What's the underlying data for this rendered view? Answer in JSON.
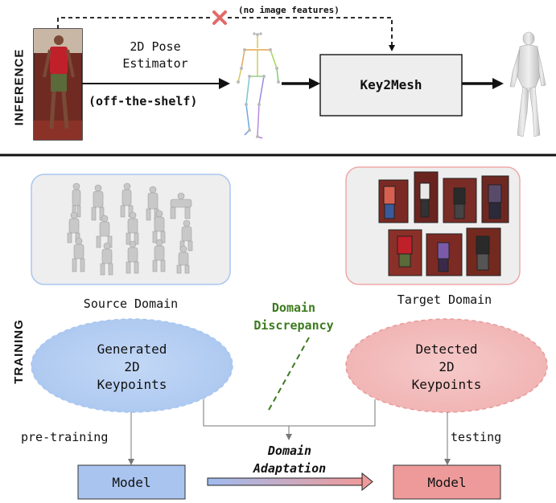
{
  "sections": {
    "inference_label": "INFERENCE",
    "training_label": "TRAINING"
  },
  "inference": {
    "no_image_features": "(no image features)",
    "pose_estimator_line1": "2D Pose",
    "pose_estimator_line2": "Estimator",
    "off_the_shelf": "(off-the-shelf)",
    "key2mesh": "Key2Mesh"
  },
  "training": {
    "source_domain": "Source Domain",
    "target_domain": "Target Domain",
    "domain_discrepancy_line1": "Domain",
    "domain_discrepancy_line2": "Discrepancy",
    "generated_line1": "Generated",
    "generated_line2": "2D",
    "generated_line3": "Keypoints",
    "detected_line1": "Detected",
    "detected_line2": "2D",
    "detected_line3": "Keypoints",
    "pre_training": "pre-training",
    "testing": "testing",
    "domain_adaptation_line1": "Domain",
    "domain_adaptation_line2": "Adaptation",
    "model_left": "Model",
    "model_right": "Model"
  },
  "colors": {
    "source_blue": "#a9c6f0",
    "target_red": "#f0a8a8",
    "discrepancy_green": "#3d7a1f",
    "cross_red": "#e26a6a"
  }
}
